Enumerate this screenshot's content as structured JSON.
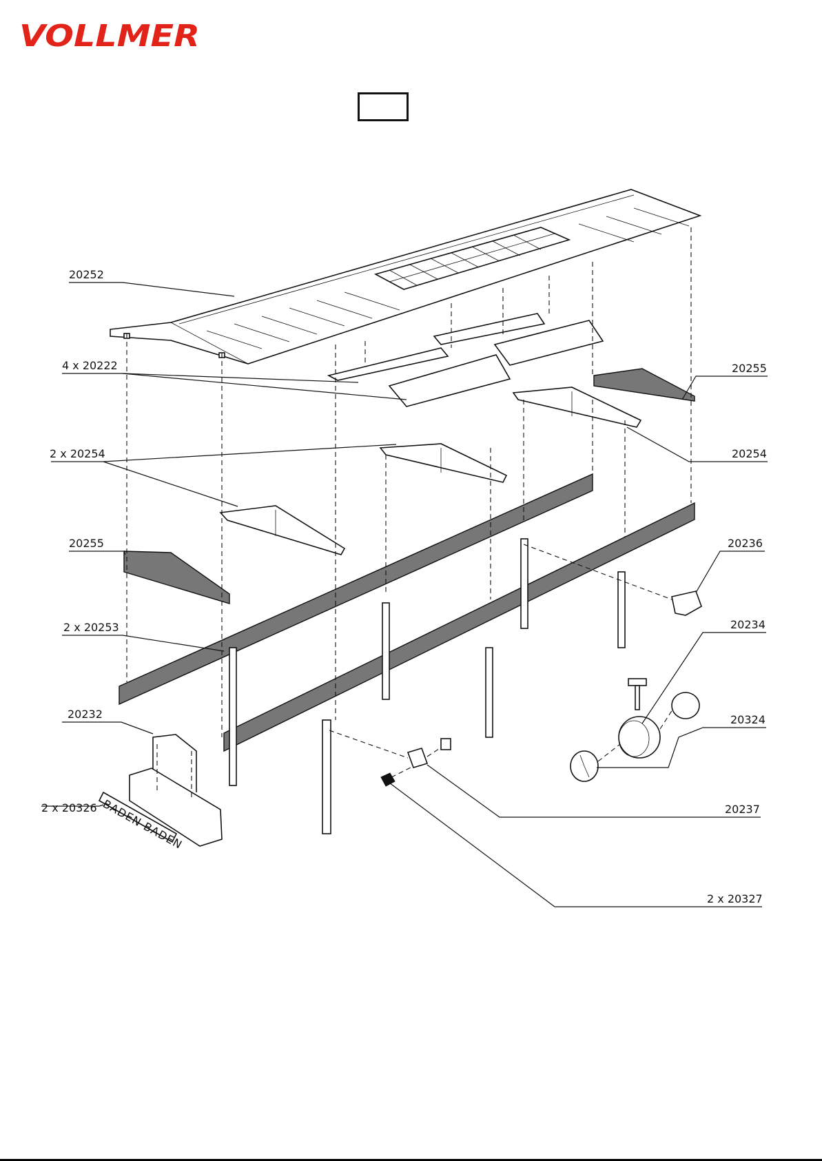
{
  "brand": {
    "name": "VOLLMER",
    "color": "#e2231a"
  },
  "step_box": {
    "label": ""
  },
  "sign_text": "BADEN-BADEN",
  "parts": [
    {
      "id": "p20252",
      "label": "20252"
    },
    {
      "id": "p20222",
      "label": "4 x 20222"
    },
    {
      "id": "p20255r",
      "label": "20255"
    },
    {
      "id": "p20254a",
      "label": "2 x 20254"
    },
    {
      "id": "p20254b",
      "label": "20254"
    },
    {
      "id": "p20255l",
      "label": "20255"
    },
    {
      "id": "p20236",
      "label": "20236"
    },
    {
      "id": "p20253",
      "label": "2 x 20253"
    },
    {
      "id": "p20234",
      "label": "20234"
    },
    {
      "id": "p20232",
      "label": "20232"
    },
    {
      "id": "p20324",
      "label": "20324"
    },
    {
      "id": "p20326",
      "label": "2 x 20326"
    },
    {
      "id": "p20237",
      "label": "20237"
    },
    {
      "id": "p20327",
      "label": "2 x 20327"
    }
  ]
}
